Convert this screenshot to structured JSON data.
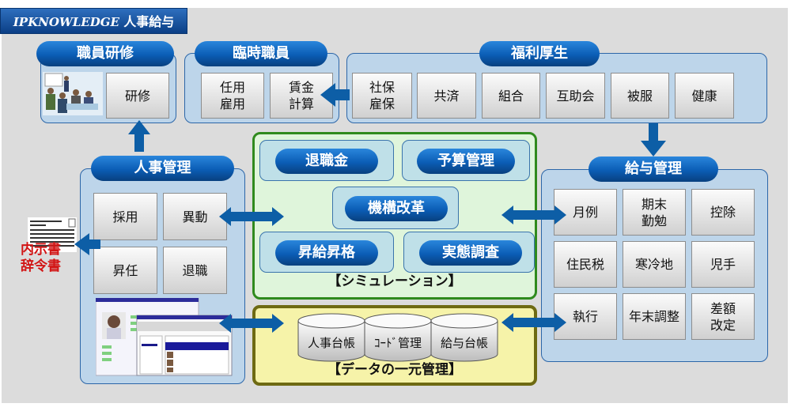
{
  "header": {
    "brand": "IPKNOWLEDGE",
    "title": "人事給与"
  },
  "colors": {
    "accent": "#0b5db5",
    "panel_bg": "#bdd5ea",
    "sim_border": "#2f8a1d",
    "data_border": "#6e6a12",
    "doc_text": "#d21414"
  },
  "training": {
    "title": "職員研修",
    "image": "meeting-illustration",
    "items": [
      "研修"
    ]
  },
  "temp_staff": {
    "title": "臨時職員",
    "items": [
      "任用\n雇用",
      "賃金\n計算"
    ]
  },
  "welfare": {
    "title": "福利厚生",
    "items": [
      "社保\n雇保",
      "共済",
      "組合",
      "互助会",
      "被服",
      "健康"
    ]
  },
  "hr": {
    "title": "人事管理",
    "items": [
      "採用",
      "異動",
      "昇任",
      "退職"
    ],
    "screenshot": "personnel-record-screens"
  },
  "documents": {
    "lines": [
      "内示書",
      "辞令書"
    ],
    "icon": "document-icon"
  },
  "simulation": {
    "label": "【シミュレーション】",
    "items": [
      "退職金",
      "予算管理",
      "機構改革",
      "昇給昇格",
      "実態調査"
    ]
  },
  "data_mgmt": {
    "label": "【データの一元管理】",
    "databases": [
      "人事台帳",
      "ｺｰﾄﾞ管理",
      "給与台帳"
    ]
  },
  "payroll": {
    "title": "給与管理",
    "items": [
      "月例",
      "期末\n勤勉",
      "控除",
      "住民税",
      "寒冷地",
      "児手",
      "執行",
      "年末調整",
      "差額\n改定"
    ]
  }
}
